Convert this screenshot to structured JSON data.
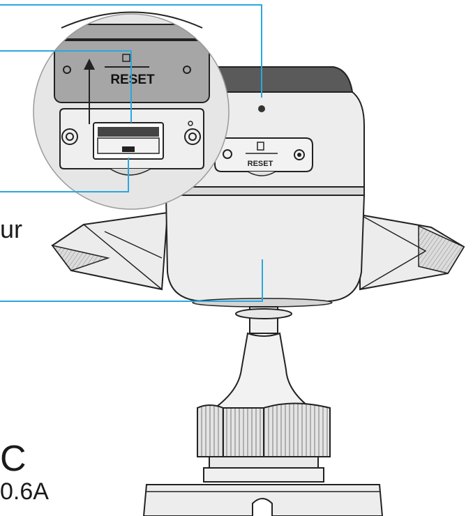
{
  "diagram": {
    "reset_label_zoom": "RESET",
    "reset_label_body": "RESET",
    "text_fragments": {
      "ur": "ur",
      "c": "C",
      "amps": "0.6A"
    },
    "colors": {
      "callout_line": "#2aa7de",
      "outline": "#222222",
      "body_fill": "#eeeeee",
      "shade_fill": "#cfcfcf",
      "dark_fill": "#3a3a3a",
      "zoom_fill": "#e6e6e6"
    }
  }
}
